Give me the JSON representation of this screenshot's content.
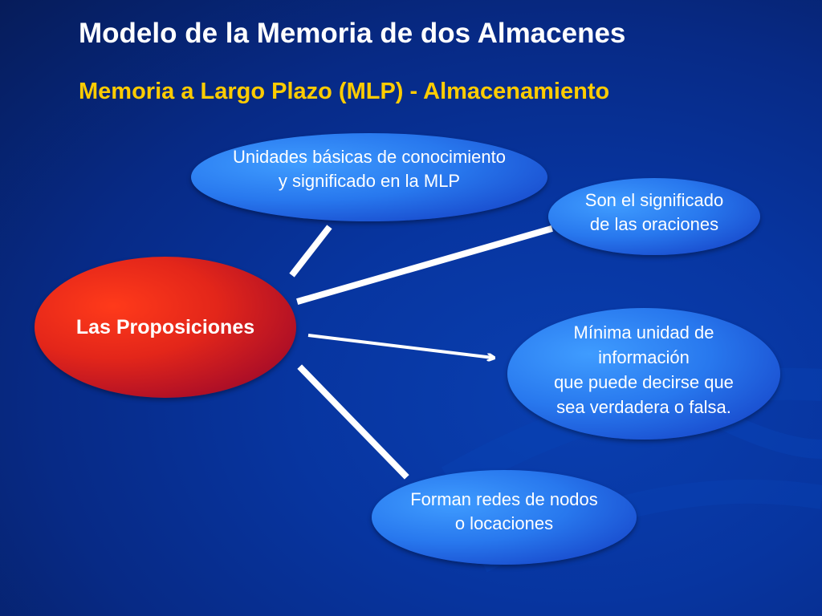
{
  "slide": {
    "title": "Modelo de la Memoria de dos Almacenes",
    "subtitle": "Memoria a Largo Plazo (MLP) - Almacenamiento"
  },
  "diagram": {
    "center": {
      "label": "Las Proposiciones"
    },
    "nodes": {
      "units": "Unidades básicas de conocimiento\ny significado en la MLP",
      "meaning": "Son el significado\nde las oraciones",
      "minimal": "Mínima unidad de\ninformación\nque puede decirse que\nsea verdadera o falsa.",
      "networks": "Forman redes de nodos\no locaciones"
    }
  },
  "colors": {
    "title": "#ffffff",
    "subtitle": "#ffcc00",
    "background": "#0735a0",
    "center_node": "#e3261a",
    "outer_node": "#2878ee",
    "connector": "#ffffff"
  }
}
